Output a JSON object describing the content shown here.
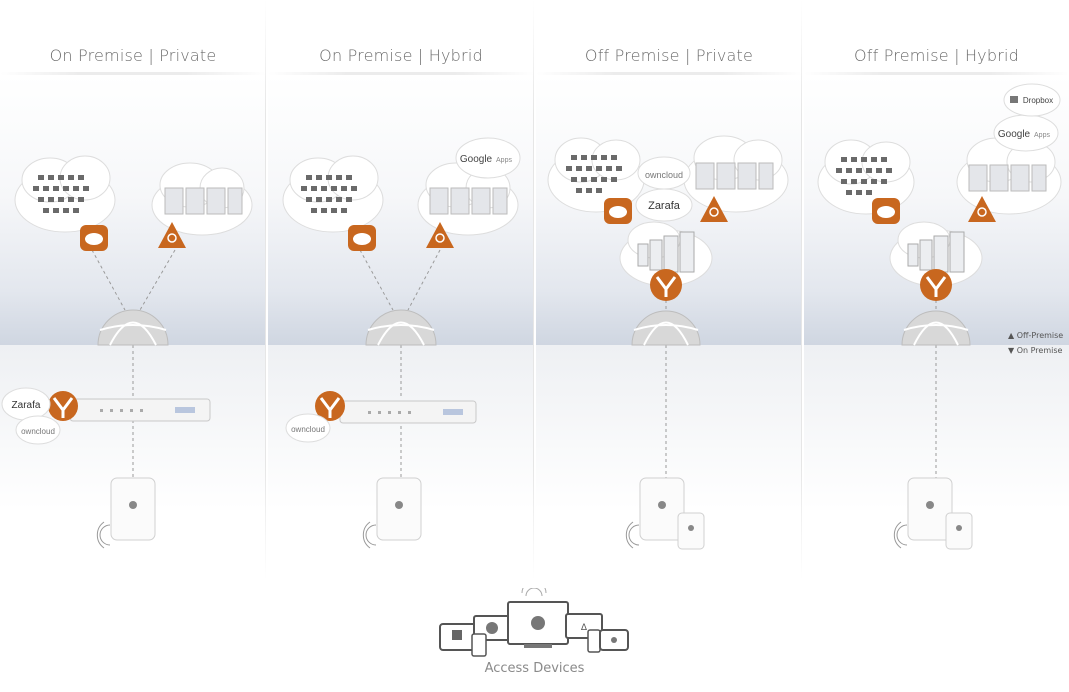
{
  "columns": [
    {
      "title": "On Premise | Private"
    },
    {
      "title": "On Premise | Hybrid"
    },
    {
      "title": "Off Premise | Private"
    },
    {
      "title": "Off Premise | Hybrid"
    }
  ],
  "brands": {
    "zarafa": "Zarafa",
    "owncloud": "owncloud",
    "google_apps_word": "Google",
    "google_apps_suffix": "Apps",
    "dropbox": "Dropbox"
  },
  "legend": {
    "off_premise": "Off-Premise",
    "on_premise": "On Premise"
  },
  "footer": {
    "caption": "Access Devices"
  },
  "colors": {
    "accent_orange": "#c8671f",
    "accent_brown": "#a8521a",
    "line_gray": "#9a9a9a"
  }
}
